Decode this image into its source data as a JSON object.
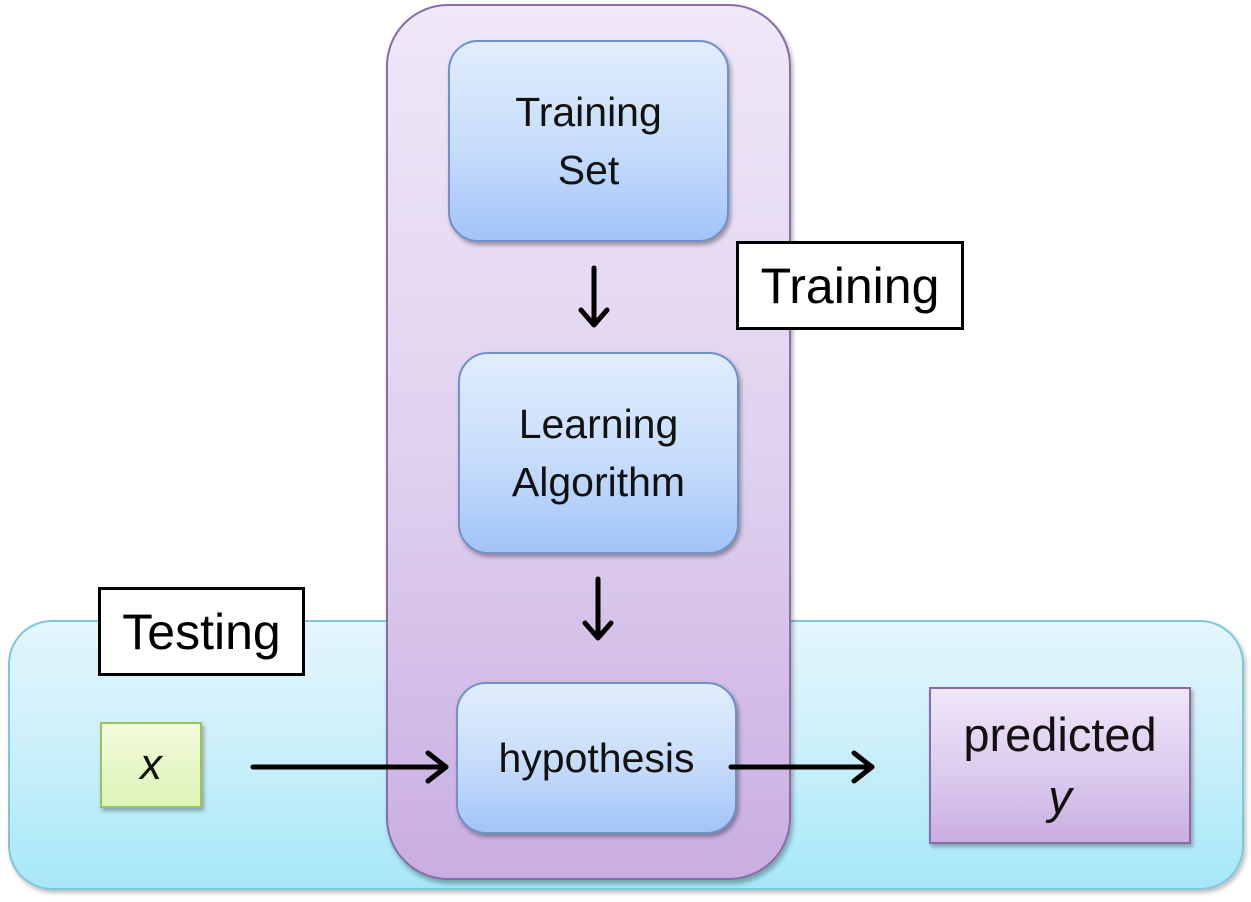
{
  "regions": {
    "testing_label": "Testing",
    "training_label": "Training"
  },
  "nodes": {
    "training_set": [
      "Training",
      "Set"
    ],
    "learning_algorithm": [
      "Learning",
      "Algorithm"
    ],
    "hypothesis": "hypothesis",
    "input": "x",
    "output": {
      "line1": "predicted",
      "line2": "y"
    }
  },
  "edges": [
    {
      "from": "training_set",
      "to": "learning_algorithm"
    },
    {
      "from": "learning_algorithm",
      "to": "hypothesis"
    },
    {
      "from": "input",
      "to": "hypothesis"
    },
    {
      "from": "hypothesis",
      "to": "output"
    }
  ],
  "colors": {
    "testing_region": "#bdeffa",
    "training_region": "#dccaee",
    "process_box": "#c9defb",
    "input_box": "#dcf3b6",
    "output_box": "#dccbee",
    "arrow": "#000000"
  }
}
